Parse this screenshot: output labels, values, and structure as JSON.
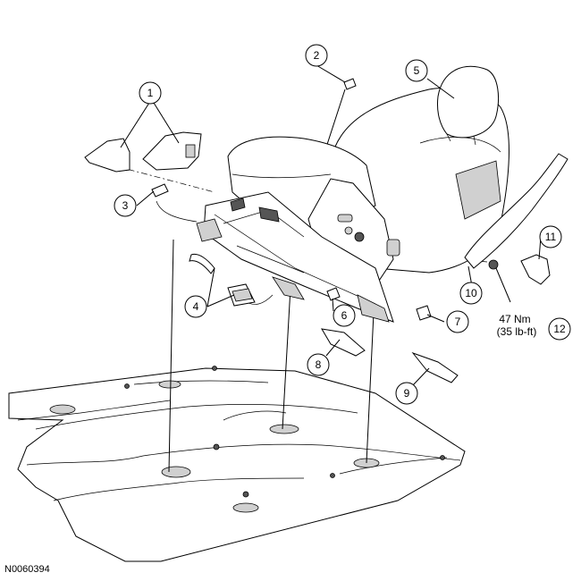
{
  "figure_id": "N0060394",
  "callouts": [
    "1",
    "2",
    "3",
    "4",
    "5",
    "6",
    "7",
    "8",
    "9",
    "10",
    "11",
    "12"
  ],
  "torque": {
    "metric": "47 Nm",
    "imperial": "(35 lb-ft)"
  }
}
